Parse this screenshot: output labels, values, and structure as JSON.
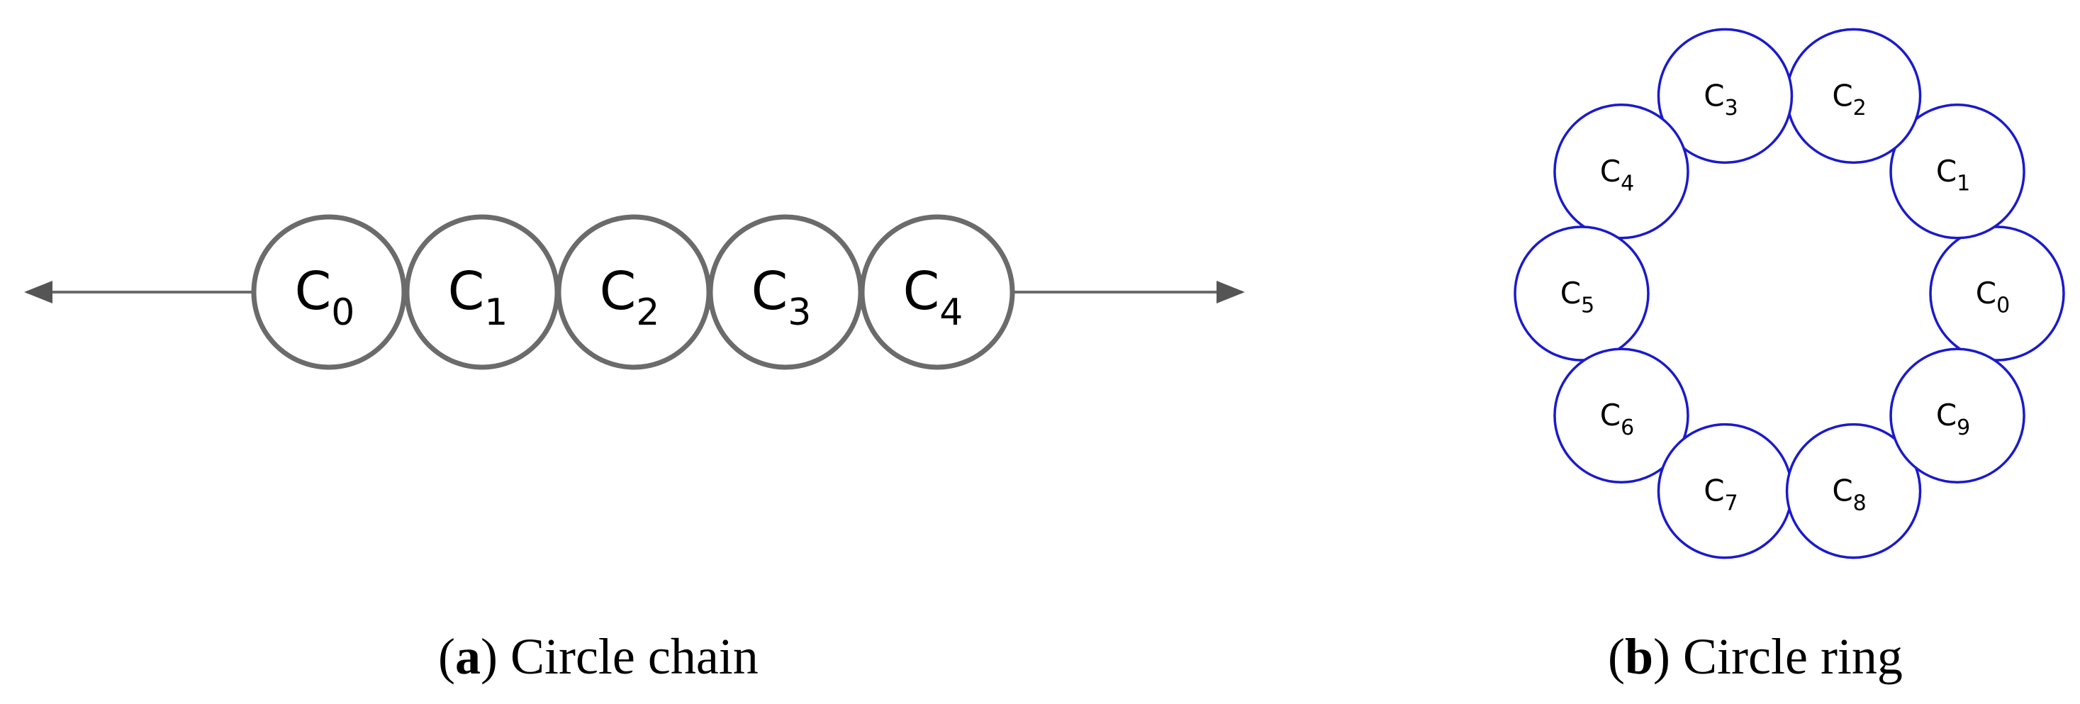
{
  "panel_a": {
    "nodes": [
      {
        "label": "C",
        "sub": "0"
      },
      {
        "label": "C",
        "sub": "1"
      },
      {
        "label": "C",
        "sub": "2"
      },
      {
        "label": "C",
        "sub": "3"
      },
      {
        "label": "C",
        "sub": "4"
      }
    ],
    "caption_letter": "a",
    "caption_text": "Circle chain",
    "stroke_color": "#6b6b6b"
  },
  "panel_b": {
    "nodes": [
      {
        "label": "C",
        "sub": "0"
      },
      {
        "label": "C",
        "sub": "1"
      },
      {
        "label": "C",
        "sub": "2"
      },
      {
        "label": "C",
        "sub": "3"
      },
      {
        "label": "C",
        "sub": "4"
      },
      {
        "label": "C",
        "sub": "5"
      },
      {
        "label": "C",
        "sub": "6"
      },
      {
        "label": "C",
        "sub": "7"
      },
      {
        "label": "C",
        "sub": "8"
      },
      {
        "label": "C",
        "sub": "9"
      }
    ],
    "caption_letter": "b",
    "caption_text": "Circle ring",
    "stroke_color": "#1a1acc"
  }
}
